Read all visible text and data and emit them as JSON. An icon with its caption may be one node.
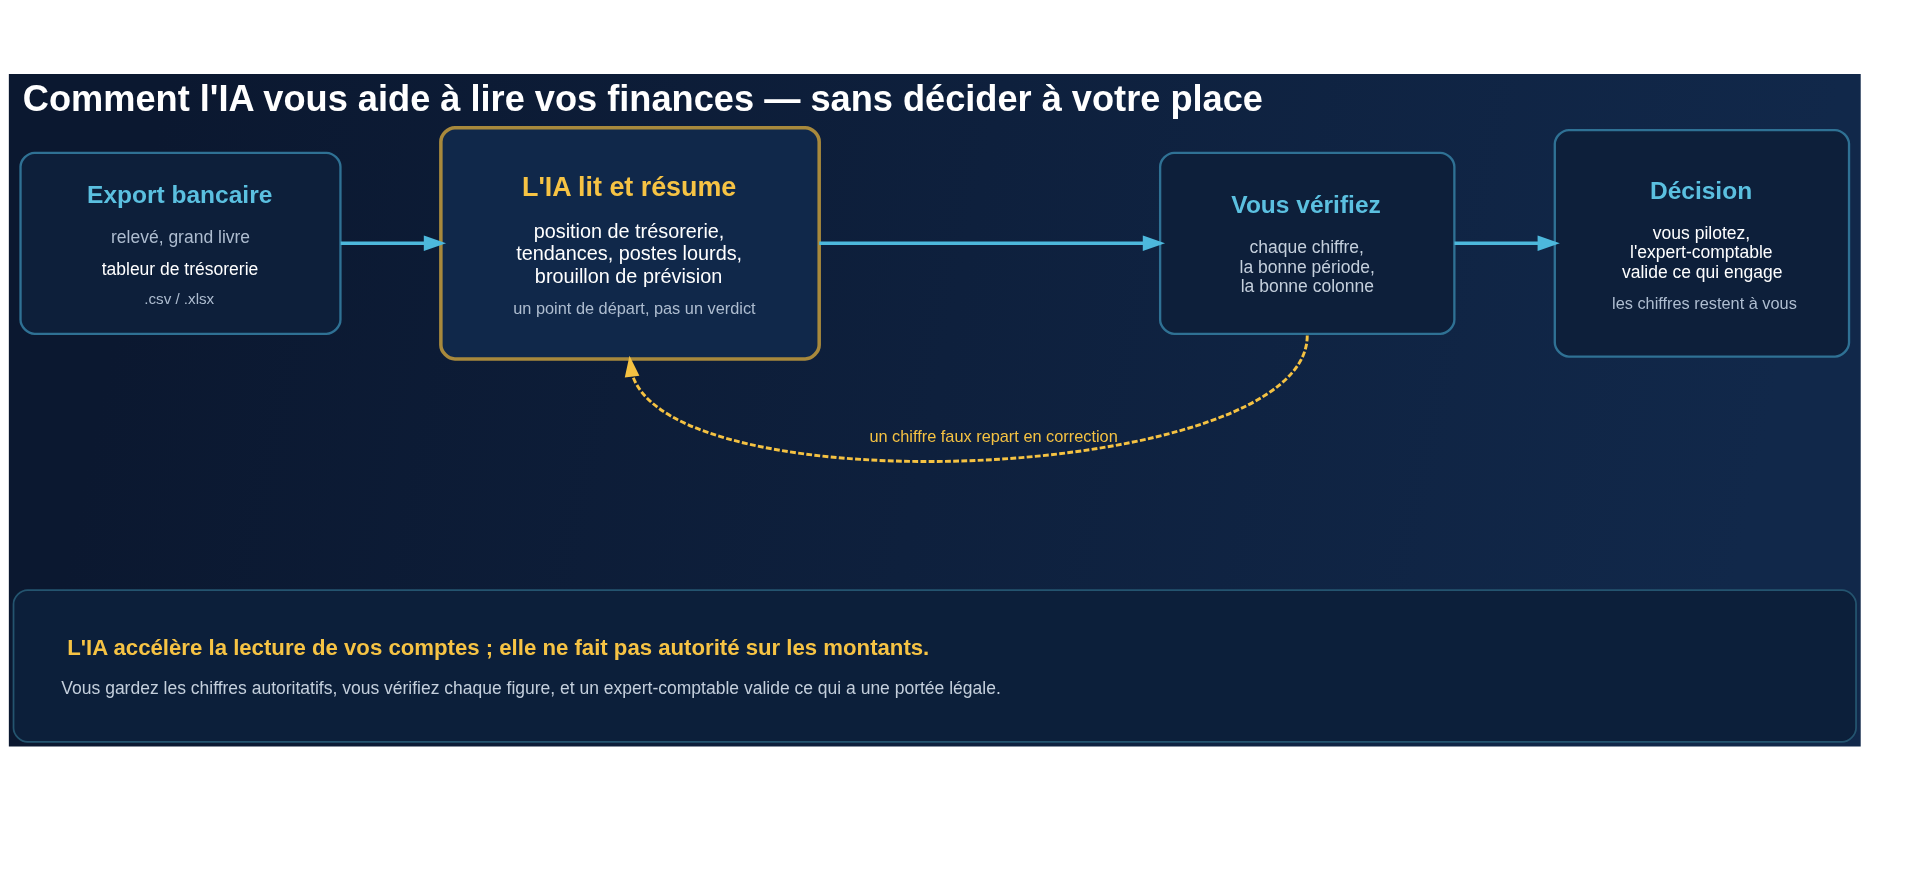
{
  "diagram": {
    "title": "Comment l'IA vous aide à lire vos finances — sans décider à votre place",
    "nodes": [
      {
        "text": [
          "Export bancaire",
          "relevé, grand livre",
          "tableur de trésorerie",
          ".csv / .xlsx"
        ]
      },
      {
        "text": [
          "L'IA lit et résume",
          "position de trésorerie, tendances, postes lourds, brouillon de prévision",
          "un point de départ, pas un verdict"
        ]
      },
      {
        "text": [
          "Vous vérifiez",
          "chaque chiffre, la bonne période, la bonne colonne"
        ]
      },
      {
        "text": [
          "Décision",
          "vous pilotez, l'expert-comptable valide ce qui engage",
          "les chiffres restent à vous"
        ]
      },
      {
        "text": [
          "L'IA accélère la lecture de vos comptes ; elle ne fait pas autorité sur les montants.",
          "Vous gardez les chiffres autoritatifs, vous vérifiez chaque figure, et un expert-comptable valide ce qui a une portée légale."
        ]
      }
    ],
    "edges": [
      {
        "from": 0,
        "to": 1,
        "arrow": "to"
      },
      {
        "from": 1,
        "to": 2,
        "arrow": "to"
      },
      {
        "from": 2,
        "to": 3,
        "arrow": "to"
      },
      {
        "from": 2,
        "to": 1,
        "arrow": "to",
        "label": "un chiffre faux repart en correction",
        "style": "dashed",
        "color": "#f5c242"
      }
    ]
  }
}
